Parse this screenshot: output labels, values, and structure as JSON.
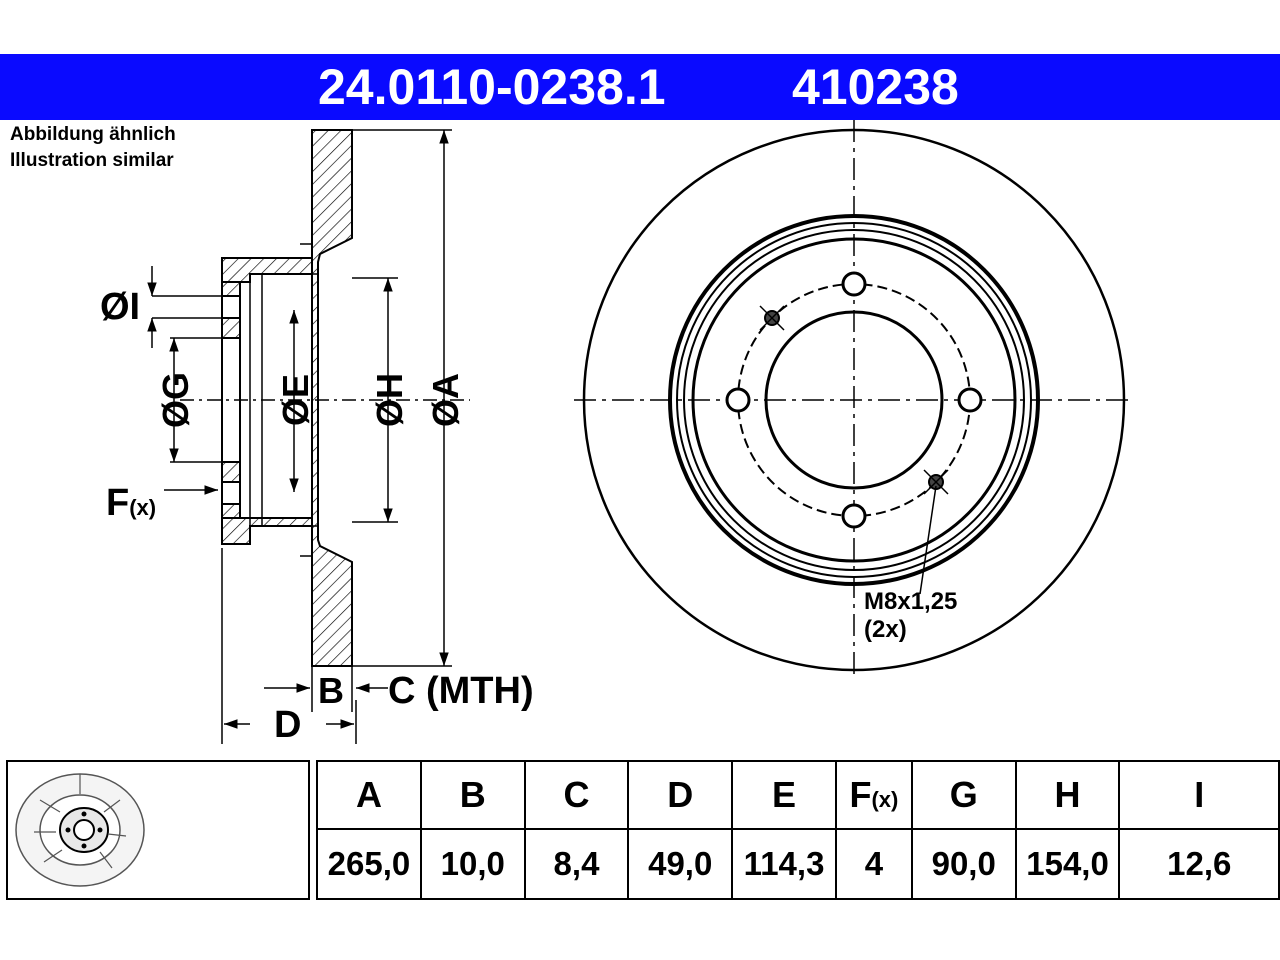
{
  "header": {
    "part_number": "24.0110-0238.1",
    "reference_number": "410238",
    "banner_color": "#0a0aff"
  },
  "note": {
    "line1": "Abbildung ähnlich",
    "line2": "Illustration similar"
  },
  "section_view": {
    "labels": {
      "I": "ØI",
      "G": "ØG",
      "E": "ØE",
      "H": "ØH",
      "A": "ØA",
      "F": "F",
      "F_suffix": "(x)",
      "B": "B",
      "C": "C (MTH)",
      "D": "D"
    }
  },
  "front_view": {
    "thread_label": "M8x1,25",
    "thread_count": "(2x)"
  },
  "spec_table": {
    "headers": [
      "A",
      "B",
      "C",
      "D",
      "E",
      "F",
      "G",
      "H",
      "I"
    ],
    "header_suffix_F": "(x)",
    "values": [
      "265,0",
      "10,0",
      "8,4",
      "49,0",
      "114,3",
      "4",
      "90,0",
      "154,0",
      "12,6"
    ]
  },
  "thumbnail": {
    "icon": "brake-disc-icon"
  }
}
